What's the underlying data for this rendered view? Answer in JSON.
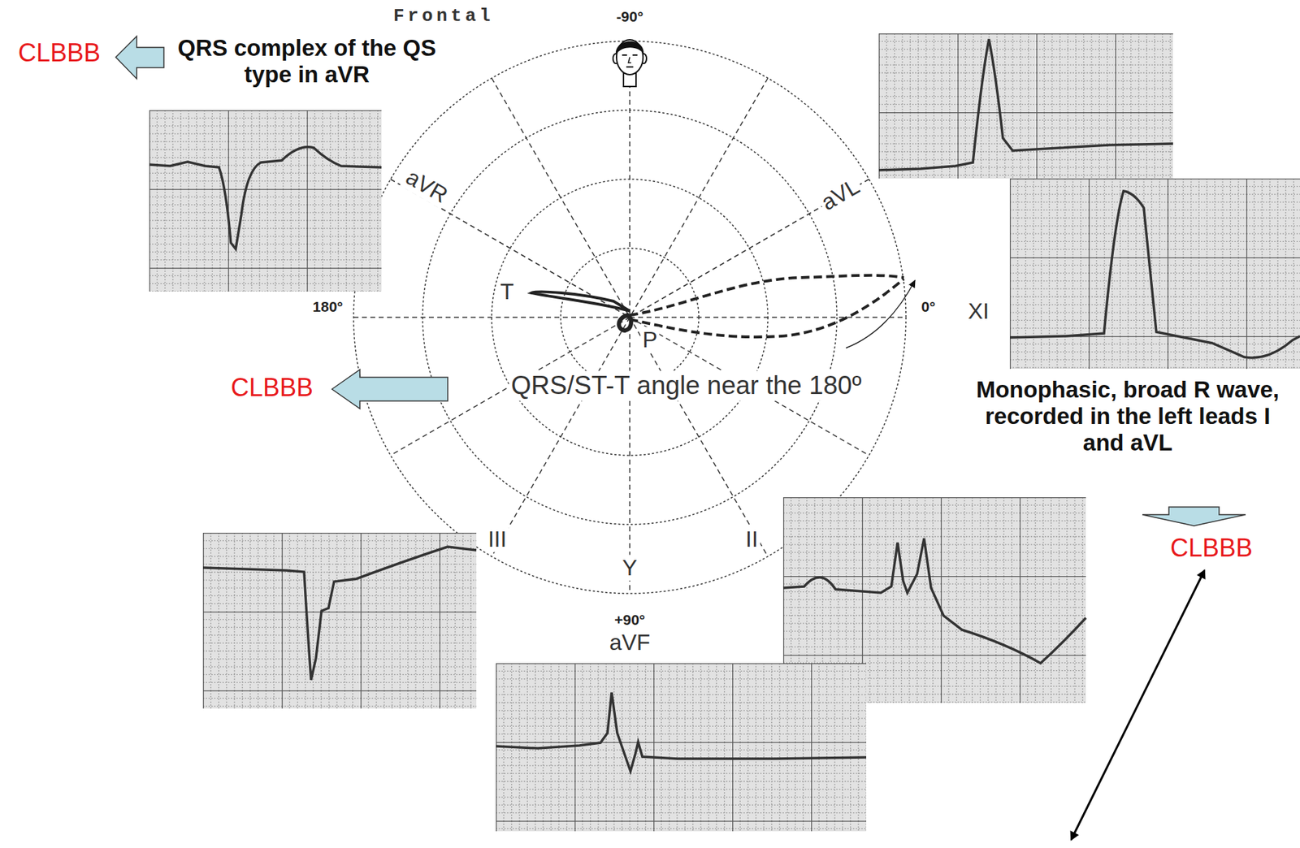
{
  "diagram": {
    "labels": [
      "CLBBB",
      "QRS complex of the QS type in aVR",
      "Frontal",
      "-90°",
      "aVR",
      "aVL",
      "T",
      "180°",
      "0°",
      "XI",
      "P",
      "CLBBB",
      "QRS/ST-T angle near the 180º",
      "Monophasic, broad R wave, recorded in the left leads I and aVL",
      "CLBBB",
      "III",
      "II",
      "Y",
      "+90°",
      "aVF"
    ]
  }
}
